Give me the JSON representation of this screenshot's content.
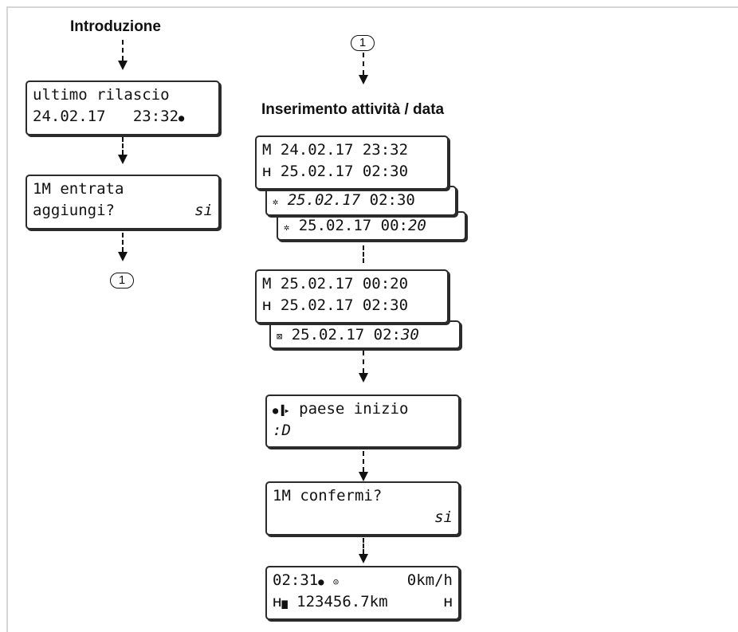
{
  "left_column": {
    "heading": "Introduzione",
    "screen1": {
      "line1": "ultimo rilascio",
      "line2_date": "24.02.17",
      "line2_time": "23:32",
      "line2_symbol": "card-inserted-dot"
    },
    "screen2": {
      "line1": "1M entrata",
      "line2": "aggiungi?",
      "line2_right": "si"
    },
    "marker": "1"
  },
  "right_column": {
    "marker": "1",
    "heading": "Inserimento attività / data",
    "group1": {
      "screenA": {
        "line1": "M 24.02.17 23:32",
        "line2_icon": "rest-bed-icon",
        "line2": "25.02.17 02:30"
      },
      "screenB": {
        "icon": "work-hammers-icon",
        "date": "25.02.17",
        "time": "02:30"
      },
      "screenC": {
        "icon": "work-hammers-icon",
        "date": "25.02.17",
        "time_prefix": "00:",
        "time_suffix": "20"
      }
    },
    "group2": {
      "screenA": {
        "line1": "M 25.02.17 00:20",
        "line2_icon": "rest-bed-icon",
        "line2": "25.02.17 02:30"
      },
      "screenB": {
        "icon": "availability-box-icon",
        "date": "25.02.17",
        "time_prefix": "02:",
        "time_suffix": "30"
      }
    },
    "screen_country": {
      "icon": "country-start-icon",
      "line1": "paese inizio",
      "line2": ":D"
    },
    "screen_confirm": {
      "line1": "1M confermi?",
      "line2_right": "si"
    },
    "screen_standard": {
      "line1_time": "02:31",
      "line1_speed": "0km/h",
      "line2_odometer": "123456.7km",
      "icons": [
        "card-dot",
        "clock-icon",
        "driver-rest-icon",
        "card-slot-icon",
        "rest-bed-icon"
      ]
    }
  }
}
